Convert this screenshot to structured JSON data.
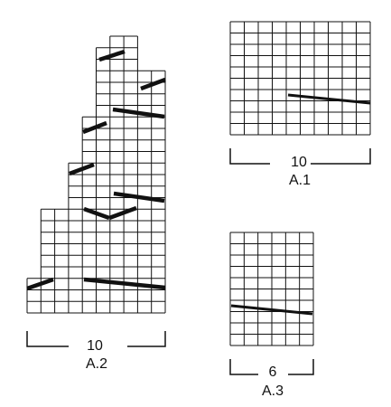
{
  "charts": {
    "a2": {
      "name": "A.2",
      "stitch_count": "10"
    },
    "a1": {
      "name": "A.1",
      "stitch_count": "10"
    },
    "a3": {
      "name": "A.3",
      "stitch_count": "6"
    }
  },
  "colors": {
    "grid": "#111111",
    "symbol": "#111111",
    "background": "#ffffff"
  }
}
